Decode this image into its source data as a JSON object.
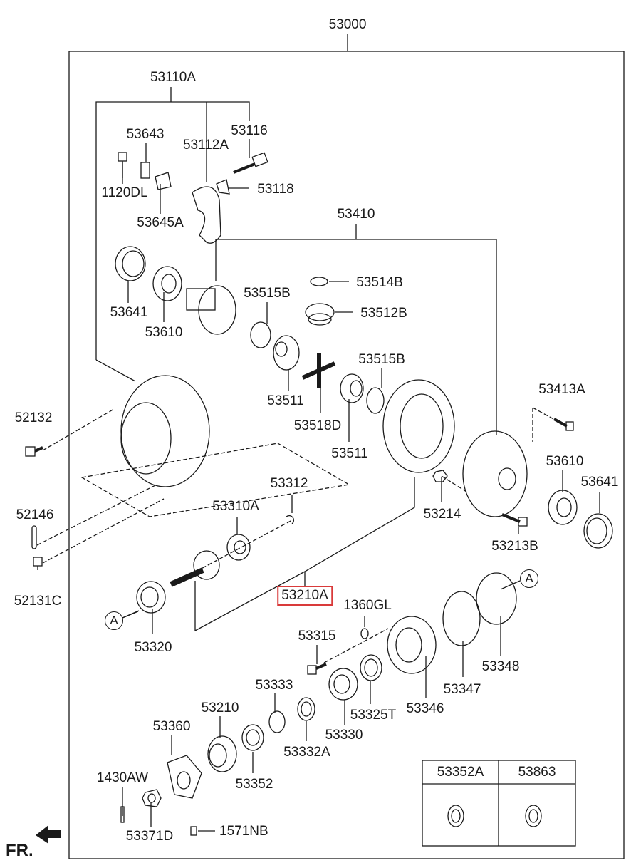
{
  "labels": {
    "p53000": "53000",
    "p53110A": "53110A",
    "p53643": "53643",
    "p53112A": "53112A",
    "p53116": "53116",
    "p1120DL": "1120DL",
    "p53118": "53118",
    "p53645A": "53645A",
    "p53410": "53410",
    "p53514B": "53514B",
    "p53515B_top": "53515B",
    "p53512B": "53512B",
    "p53641_top": "53641",
    "p53610_top": "53610",
    "p53511_a": "53511",
    "p53515B_mid": "53515B",
    "p53518D": "53518D",
    "p53511_b": "53511",
    "p52132": "52132",
    "p53413A": "53413A",
    "p53610_right": "53610",
    "p53641_right": "53641",
    "p53214": "53214",
    "p53312": "53312",
    "p52146": "52146",
    "p53310A": "53310A",
    "p53213B": "53213B",
    "p52131C": "52131C",
    "p53210A": "53210A",
    "p1360GL": "1360GL",
    "p53320": "53320",
    "p53315": "53315",
    "p53348": "53348",
    "p53347": "53347",
    "p53346": "53346",
    "p53333": "53333",
    "p53325T": "53325T",
    "p53210": "53210",
    "p53330": "53330",
    "p53360": "53360",
    "p53332A": "53332A",
    "p1430AW": "1430AW",
    "p53352": "53352",
    "p53371D": "53371D",
    "p1571NB": "1571NB"
  },
  "callouts": {
    "a_left": "A",
    "a_right": "A"
  },
  "table": {
    "col1": "53352A",
    "col2": "53863"
  },
  "direction_label": "FR.",
  "icons": [
    "front-direction-arrow-icon"
  ],
  "highlight_color": "#d93a3a"
}
